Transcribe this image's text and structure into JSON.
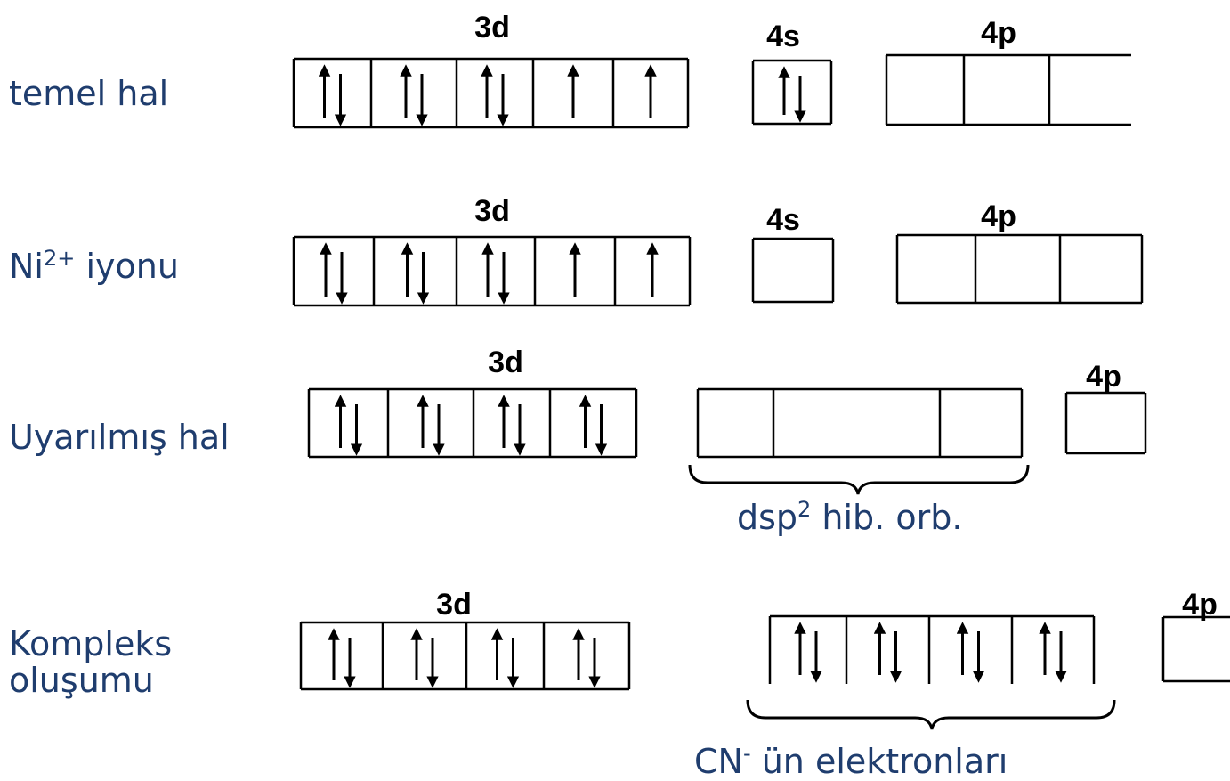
{
  "rows": [
    {
      "label": "temel hal",
      "headers": {
        "d": "3d",
        "s": "4s",
        "p": "4p"
      }
    },
    {
      "label_main": "Ni",
      "label_sup": "2+",
      "label_tail": " iyonu",
      "headers": {
        "d": "3d",
        "s": "4s",
        "p": "4p"
      }
    },
    {
      "label": "Uyarılmış hal",
      "headers": {
        "d": "3d",
        "p": "4p"
      },
      "caption_main": "dsp",
      "caption_sup": "2",
      "caption_tail": " hib. orb."
    },
    {
      "label_line1": "Kompleks",
      "label_line2": "oluşumu",
      "headers": {
        "d": "3d",
        "p": "4p"
      },
      "caption_main": "CN",
      "caption_sup": "-",
      "caption_tail": " ün elektronları"
    }
  ],
  "orbitals": {
    "r1_3d": [
      "up-down",
      "up-down",
      "up-down",
      "up",
      "up"
    ],
    "r1_4s": [
      "up-down"
    ],
    "r1_4p": [
      "empty",
      "empty",
      "empty"
    ],
    "r2_3d": [
      "up-down",
      "up-down",
      "up-down",
      "up",
      "up"
    ],
    "r2_4s": [
      "empty"
    ],
    "r2_4p": [
      "empty",
      "empty",
      "empty"
    ],
    "r3_3d": [
      "up-down",
      "up-down",
      "up-down",
      "up-down"
    ],
    "r3_dsp2": [
      "empty",
      "empty",
      "empty"
    ],
    "r3_4p": [
      "empty"
    ],
    "r4_3d": [
      "up-down",
      "up-down",
      "up-down",
      "up-down"
    ],
    "r4_cn": [
      "up-down",
      "up-down",
      "up-down",
      "up-down"
    ],
    "r4_4p": [
      "empty"
    ]
  }
}
